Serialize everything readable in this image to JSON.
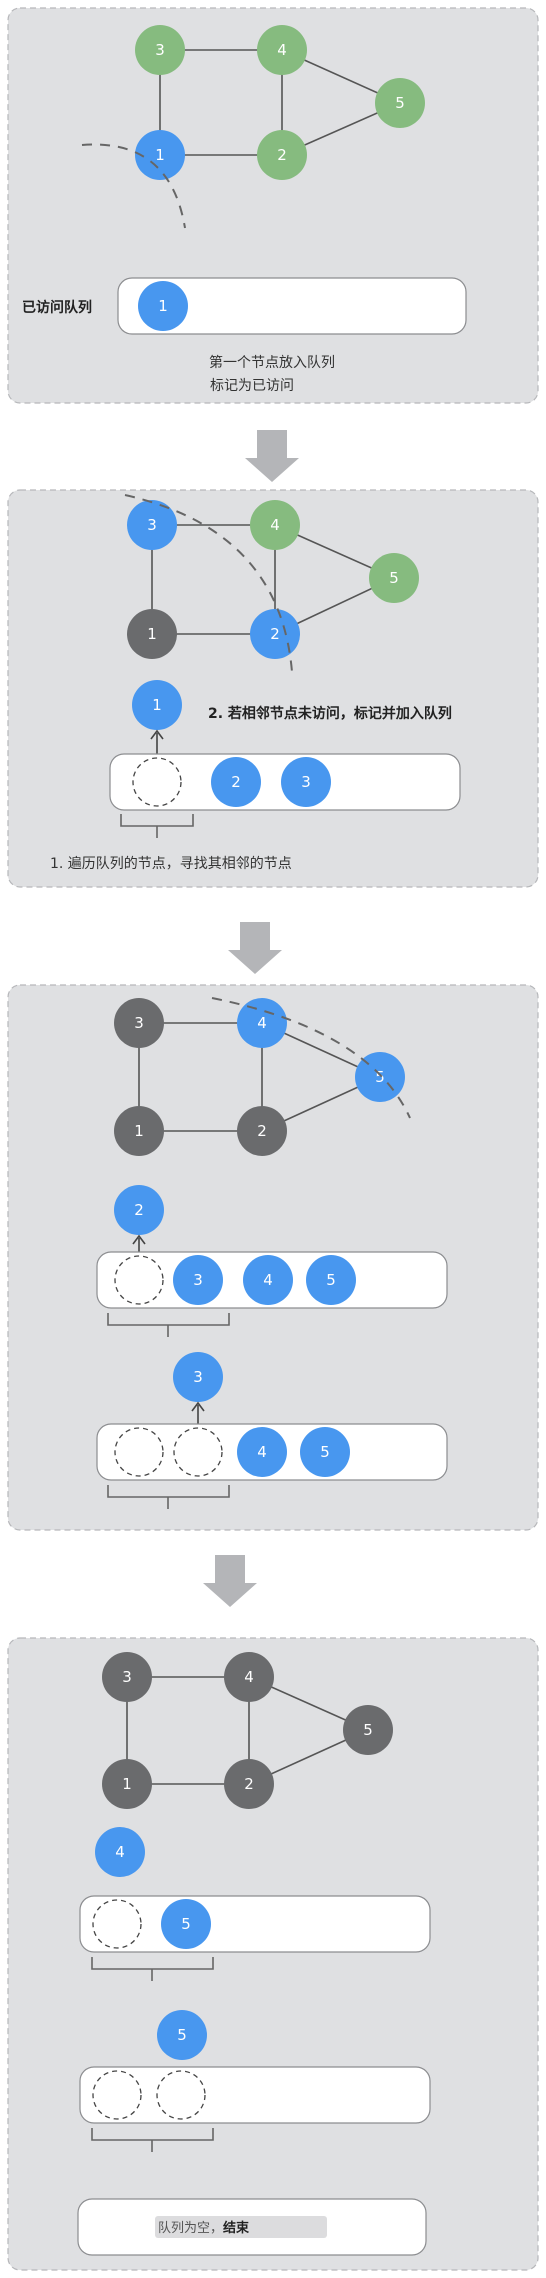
{
  "nodes": {
    "n1": "1",
    "n2": "2",
    "n3": "3",
    "n4": "4",
    "n5": "5"
  },
  "panel1": {
    "visited_queue_label": "已访问队列",
    "caption_line1": "第一个节点放入队列",
    "caption_line2": "标记为已访问"
  },
  "panel2": {
    "step2_label": "2.  若相邻节点未访问，标记并加入队列",
    "step1_label": "1.  遍历队列的节点，寻找其相邻的节点"
  },
  "panel4": {
    "end_label_prefix": "队列为空，",
    "end_label_bold": "结束"
  },
  "colors": {
    "unvisited": "#86bb7f",
    "in_queue": "#4897ef",
    "processed": "#6a6b6d",
    "panel_background": "#dfe0e2"
  }
}
